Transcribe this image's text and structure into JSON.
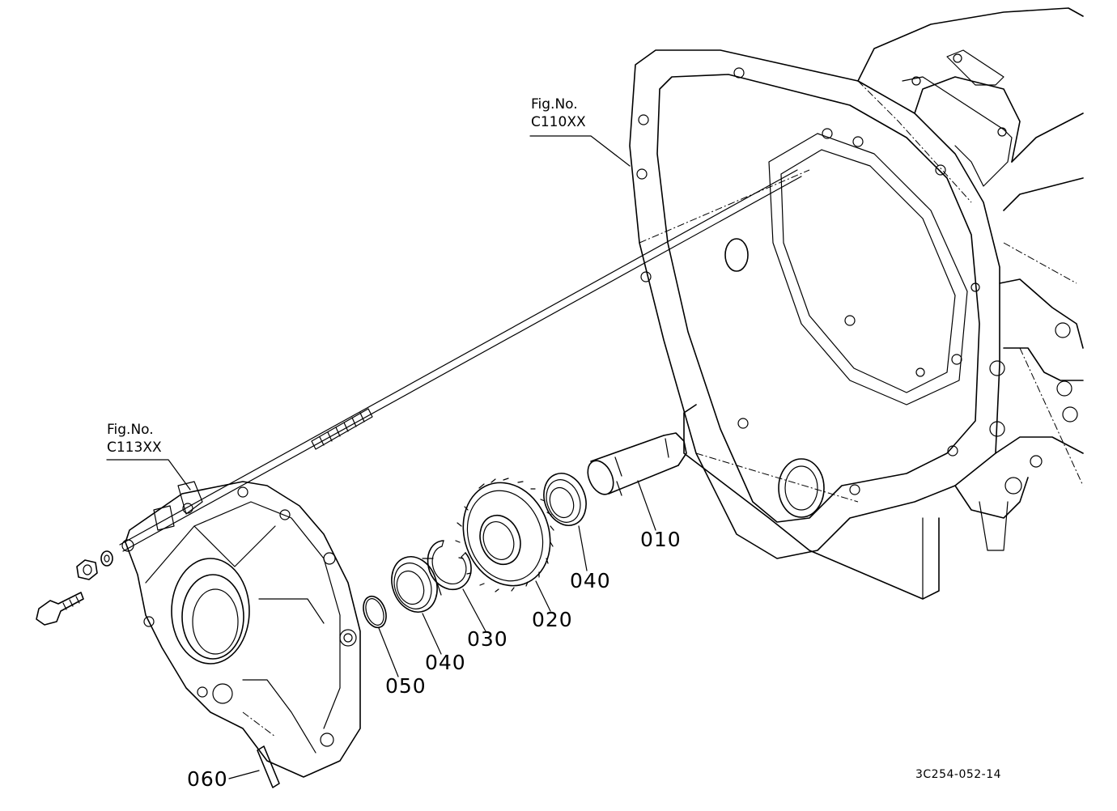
{
  "diagram": {
    "references": [
      {
        "line1": "Fig.No.",
        "line2": "C110XX"
      },
      {
        "line1": "Fig.No.",
        "line2": "C113XX"
      }
    ],
    "parts": [
      {
        "number": "010"
      },
      {
        "number": "020"
      },
      {
        "number": "030"
      },
      {
        "number": "040"
      },
      {
        "number": "040"
      },
      {
        "number": "050"
      },
      {
        "number": "060"
      }
    ],
    "drawing_code": "3C254-052-14"
  }
}
